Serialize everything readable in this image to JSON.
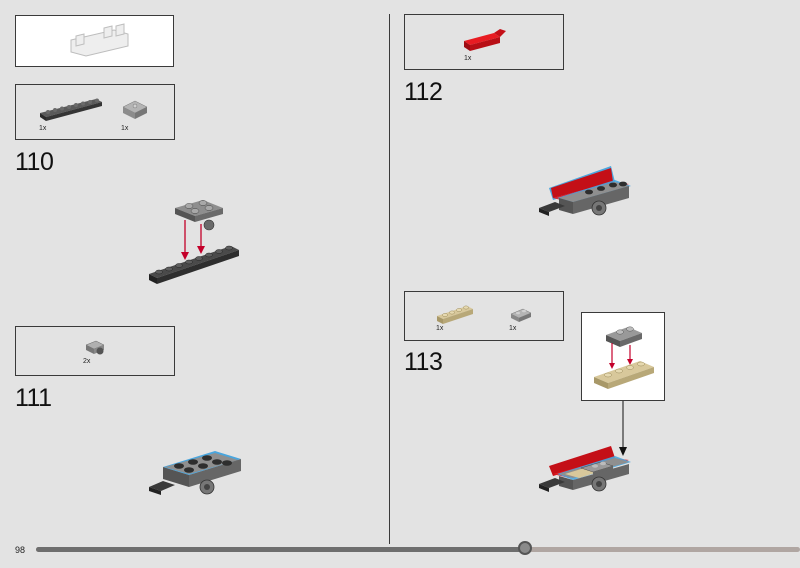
{
  "page": {
    "number": "98"
  },
  "progress": {
    "fraction": 0.64,
    "fill_color": "#6e6e6e",
    "track_color": "#b0a6a2"
  },
  "colors": {
    "red_part": "#d9101a",
    "dark_part": "#3b3b3b",
    "light_gray_part": "#9e9e9e",
    "tan_part": "#d8c89b",
    "highlight": "#4aa6de",
    "arrow": "#c4002a"
  },
  "steps": [
    {
      "number": "110",
      "parts": [
        {
          "qty": "1x",
          "icon": "dark-plate-1x8-icon"
        },
        {
          "qty": "1x",
          "icon": "gray-plate-2x2-icon"
        }
      ]
    },
    {
      "number": "111",
      "parts": [
        {
          "qty": "2x",
          "icon": "gray-round-adapter-icon"
        }
      ]
    },
    {
      "number": "112",
      "parts": [
        {
          "qty": "1x",
          "icon": "red-slope-panel-icon"
        }
      ]
    },
    {
      "number": "113",
      "parts": [
        {
          "qty": "1x",
          "icon": "tan-plate-1x4-icon"
        },
        {
          "qty": "1x",
          "icon": "gray-plate-1x2-icon"
        }
      ]
    }
  ]
}
